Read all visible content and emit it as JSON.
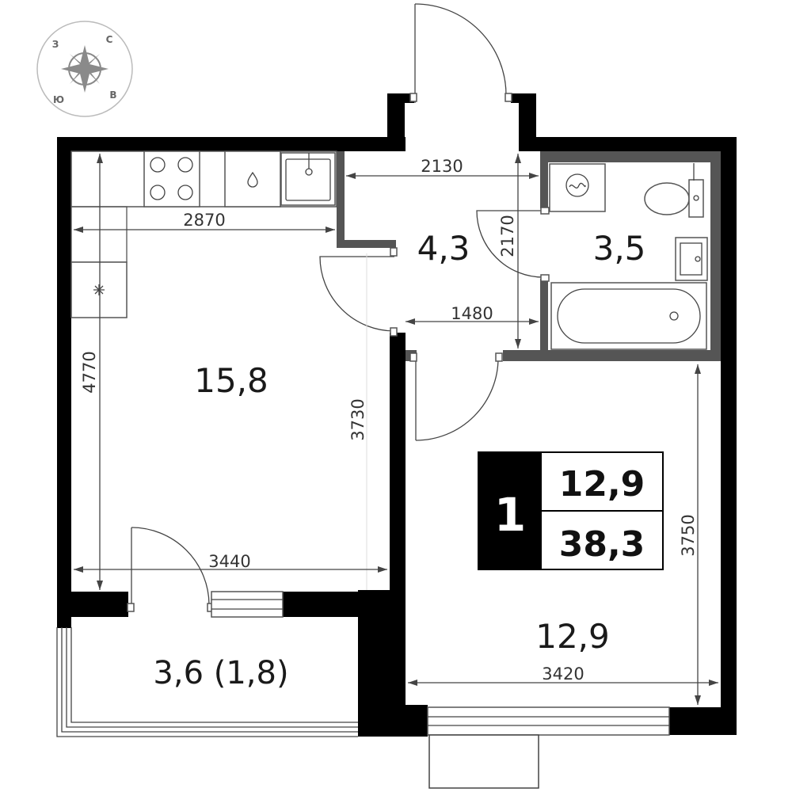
{
  "compass": {
    "north": "С",
    "west": "З",
    "south": "Ю",
    "east": "В"
  },
  "rooms": {
    "kitchen_living": "15,8",
    "hall": "4,3",
    "bathroom": "3,5",
    "bedroom": "12,9",
    "balcony": "3,6 (1,8)"
  },
  "dimensions": {
    "hall_width": "2130",
    "kitchen_width": "2870",
    "kitchen_height": "4770",
    "hall_height": "2170",
    "corridor_width": "1480",
    "living_height": "3730",
    "living_width": "3440",
    "bedroom_height": "3750",
    "bedroom_width": "3420"
  },
  "badge": {
    "rooms_count": "1",
    "living_area": "12,9",
    "total_area": "38,3"
  },
  "colors": {
    "wall": "#000000",
    "partition": "#555555",
    "line": "#444444"
  }
}
